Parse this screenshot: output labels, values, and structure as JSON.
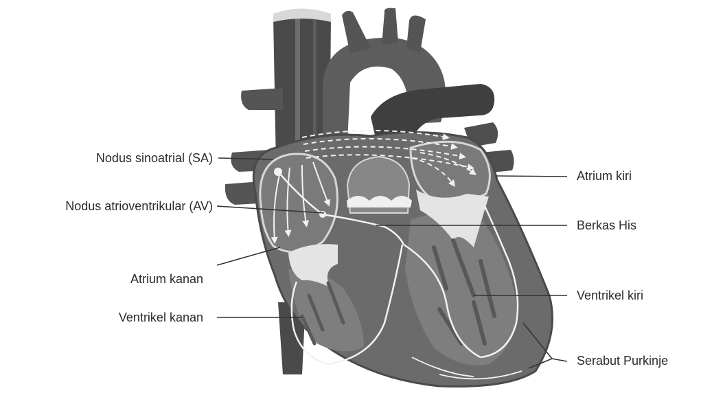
{
  "labels": {
    "sa_node": "Nodus sinoatrial (SA)",
    "av_node": "Nodus atrioventrikular (AV)",
    "right_atrium": "Atrium kanan",
    "right_ventricle": "Ventrikel kanan",
    "left_atrium": "Atrium kiri",
    "bundle_his": "Berkas His",
    "left_ventricle": "Ventrikel kiri",
    "purkinje_fibers": "Serabut Purkinje"
  },
  "colors": {
    "background": "#ffffff",
    "vessel_dark": "#4a4a4a",
    "heart_fill": "#6b6b6b",
    "heart_mid": "#7d7d7d",
    "chamber_light": "#9a9a9a",
    "valve_light": "#e6e6e6",
    "conduction": "#f2f2f2",
    "leader_line": "#333333",
    "text": "#2b2b2b"
  }
}
